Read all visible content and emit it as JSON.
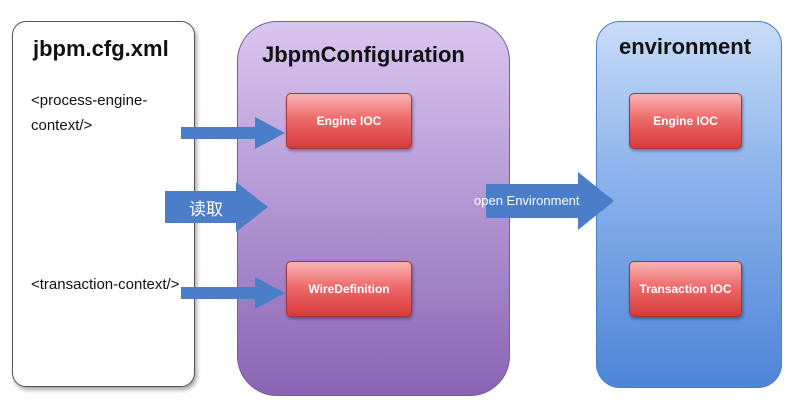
{
  "panels": {
    "config_file": {
      "title": "jbpm.cfg.xml",
      "entries": [
        "<process-engine-context/>",
        "<transaction-context/>"
      ]
    },
    "configuration": {
      "title": "JbpmConfiguration",
      "boxes": [
        "Engine IOC",
        "WireDefinition"
      ]
    },
    "environment": {
      "title": "environment",
      "boxes": [
        "Engine IOC",
        "Transaction IOC"
      ]
    }
  },
  "arrows": {
    "read": "读取",
    "open": "open Environment"
  },
  "colors": {
    "arrow": "#4a7ec8",
    "box_red": "#e05050",
    "panel_purple": "#a585cc",
    "panel_blue": "#6f9fe2"
  }
}
